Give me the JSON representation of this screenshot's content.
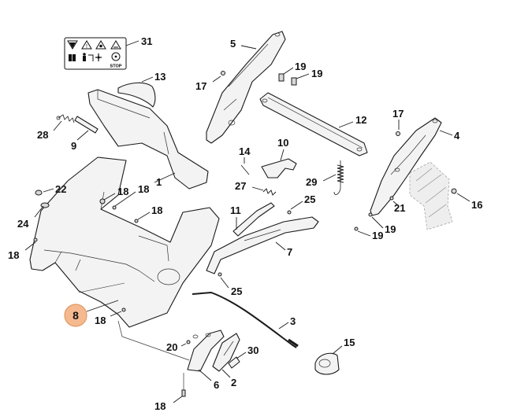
{
  "diagram": {
    "highlight_color": "#f5b98f",
    "highlight_stroke": "#e39a64",
    "highlighted_part": "8",
    "warning_icons": [
      "warning-triangle-icon",
      "warning-triangle-icon",
      "warning-triangle-icon",
      "warning-triangle-icon",
      "manual-icon",
      "person-icon",
      "blade-icon",
      "stop-icon"
    ],
    "warning_stop_text": "STOP",
    "labels": {
      "p1": "1",
      "p2": "2",
      "p3": "3",
      "p4": "4",
      "p5": "5",
      "p6": "6",
      "p7": "7",
      "p8": "8",
      "p9": "9",
      "p10": "10",
      "p11": "11",
      "p12": "12",
      "p13": "13",
      "p14": "14",
      "p15": "15",
      "p16": "16",
      "p17a": "17",
      "p17b": "17",
      "p18a": "18",
      "p18b": "18",
      "p18c": "18",
      "p18d": "18",
      "p18e": "18",
      "p18f": "18",
      "p19a": "19",
      "p19b": "19",
      "p19c": "19",
      "p19d": "19",
      "p20": "20",
      "p21": "21",
      "p22": "22",
      "p24": "24",
      "p25a": "25",
      "p25b": "25",
      "p27": "27",
      "p28": "28",
      "p29": "29",
      "p30": "30",
      "p31": "31"
    }
  }
}
